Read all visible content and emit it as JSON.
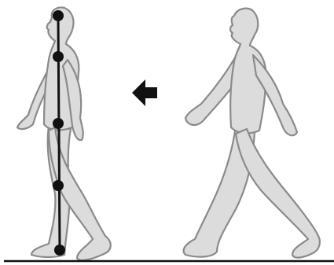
{
  "figure": {
    "background": "#ffffff",
    "figure_fill": "#dcdcdc",
    "figure_stroke": "#8a8a8a",
    "line_color": "#111111",
    "joint_color": "#111111",
    "arrow_color": "#111111",
    "ground_color": "#111111",
    "arrow_direction": "left",
    "alignment_joints": [
      "head",
      "shoulder",
      "hip",
      "knee",
      "ankle"
    ]
  }
}
